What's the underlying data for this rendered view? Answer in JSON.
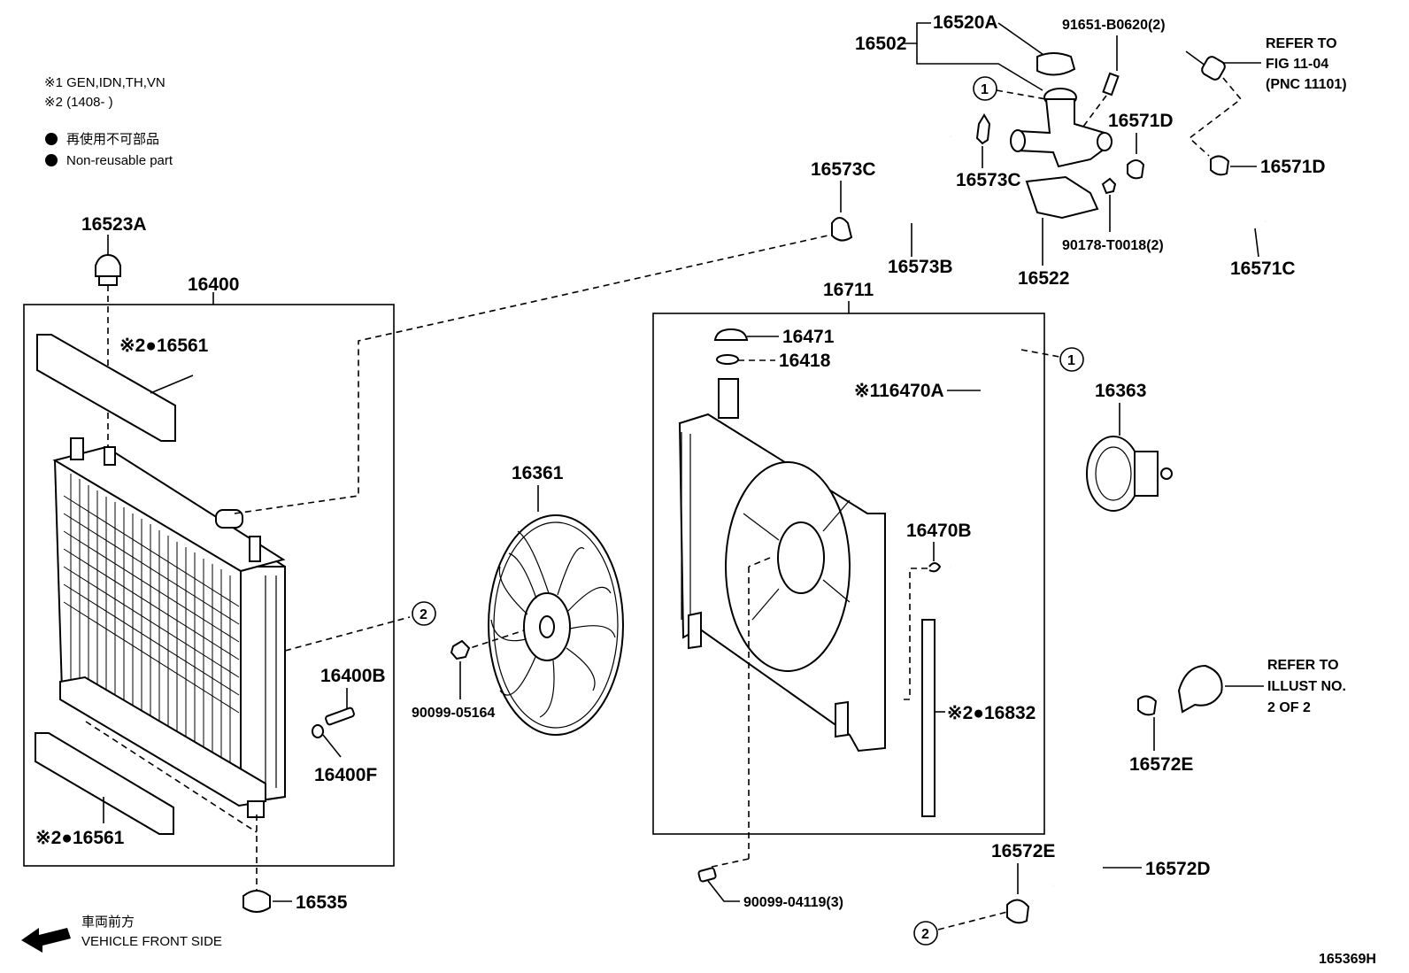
{
  "notes": {
    "n1": "※1 GEN,IDN,TH,VN",
    "n2": "※2 (1408-      )",
    "jp_nonreusable": "再使用不可部品",
    "en_nonreusable": "Non-reusable part"
  },
  "front": {
    "jp": "車両前方",
    "en": "VEHICLE FRONT SIDE"
  },
  "illust_no": "165369H",
  "refs": {
    "ref1_line1": "REFER TO",
    "ref1_line2": "FIG 11-04",
    "ref1_line3": "(PNC 11101)",
    "ref2_line1": "REFER TO",
    "ref2_line2": "ILLUST NO.",
    "ref2_line3": "2 OF 2"
  },
  "circles": {
    "c1": "1",
    "c2": "2"
  },
  "parts": {
    "p16523A": "16523A",
    "p16400": "16400",
    "p16561_top": "※2●16561",
    "p16561_bot": "※2●16561",
    "p16400B": "16400B",
    "p16400F": "16400F",
    "p16535": "16535",
    "p16361": "16361",
    "p90099_05164": "90099-05164",
    "p16711": "16711",
    "p16471": "16471",
    "p16418": "16418",
    "p16470A": "※116470A",
    "p16470B": "16470B",
    "p16832": "※2●16832",
    "p90099_04119": "90099-04119(3)",
    "p16363": "16363",
    "p16502": "16502",
    "p16520A": "16520A",
    "p91651": "91651-B0620(2)",
    "p16573C_a": "16573C",
    "p16573C_b": "16573C",
    "p16573B": "16573B",
    "p16522": "16522",
    "p90178": "90178-T0018(2)",
    "p16571D_a": "16571D",
    "p16571D_b": "16571D",
    "p16571C": "16571C",
    "p16572E_a": "16572E",
    "p16572E_b": "16572E",
    "p16572D": "16572D"
  }
}
